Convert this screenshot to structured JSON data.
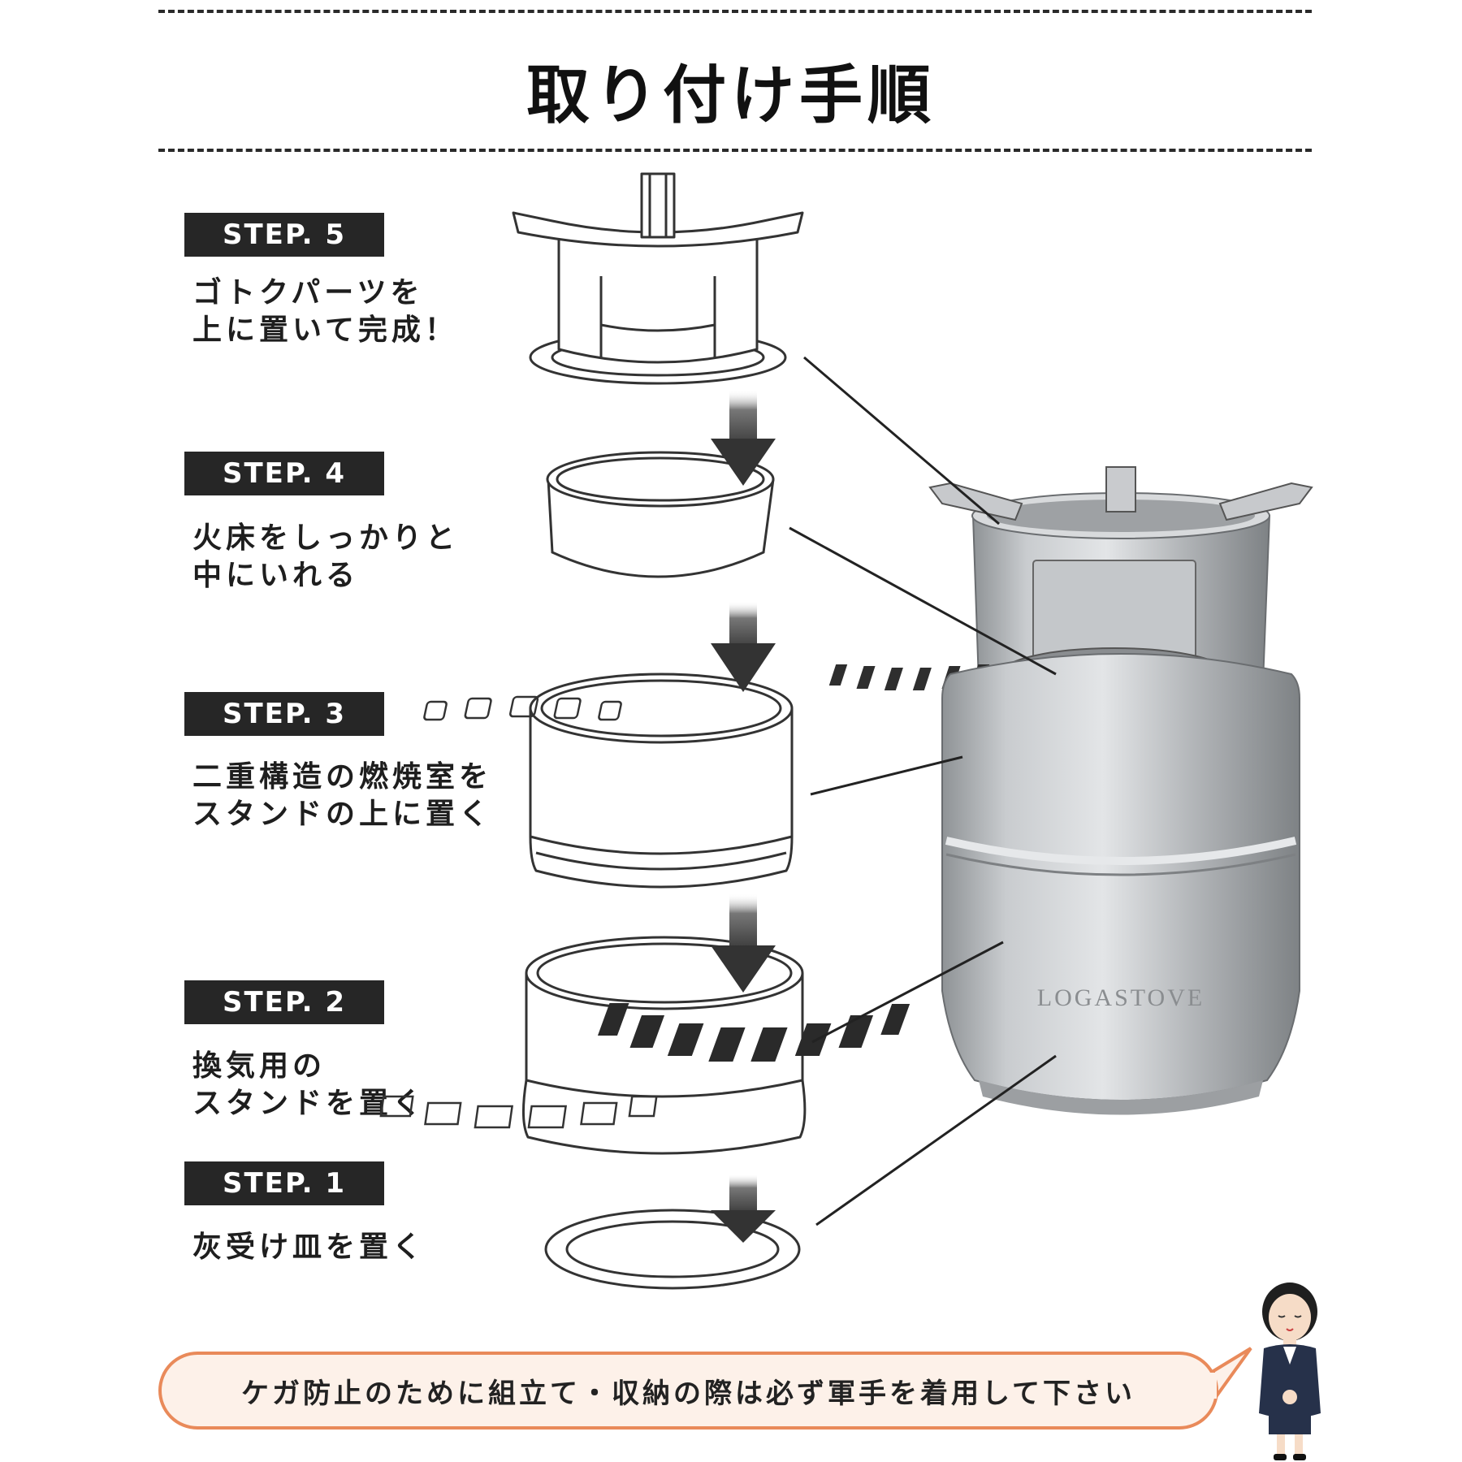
{
  "page": {
    "title": "取り付け手順"
  },
  "steps": [
    {
      "label": "STEP. 5",
      "lines": [
        "ゴトクパーツを",
        "上に置いて完成！"
      ]
    },
    {
      "label": "STEP. 4",
      "lines": [
        "火床をしっかりと",
        "中にいれる"
      ]
    },
    {
      "label": "STEP. 3",
      "lines": [
        "二重構造の燃焼室を",
        "スタンドの上に置く"
      ]
    },
    {
      "label": "STEP. 2",
      "lines": [
        "換気用の",
        "スタンドを置く"
      ]
    },
    {
      "label": "STEP. 1",
      "lines": [
        "灰受け皿を置く"
      ]
    }
  ],
  "product": {
    "logo_text": "LOGASTOVE"
  },
  "notice": {
    "text": "ケガ防止のために組立て・収納の際は必ず軍手を着用して下さい"
  },
  "colors": {
    "badge_bg": "#262626",
    "bubble_border": "#e98a5a",
    "bubble_bg": "#fdf1e9",
    "steel": "#b9bcbf"
  }
}
